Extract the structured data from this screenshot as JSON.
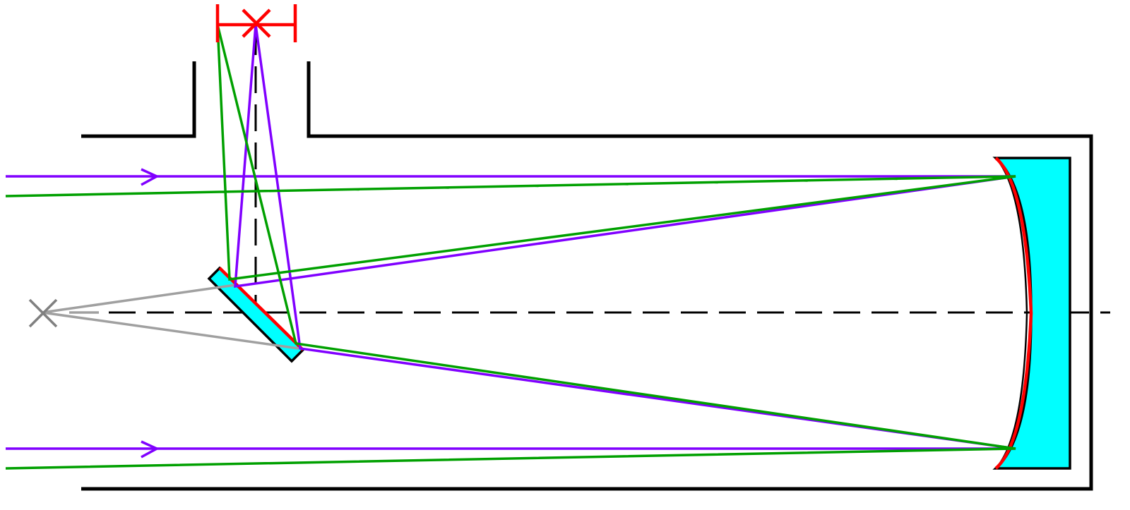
{
  "diagram": {
    "kind": "newtonian-telescope-optical-path",
    "colors": {
      "background": "#ffffff",
      "tube": "#000000",
      "optical_axis": "#000000",
      "mirror_glass": "#00ffff",
      "reflective_coating": "#ff0000",
      "on_axis_ray": "#8000ff",
      "off_axis_ray": "#00a000",
      "virtual_ray": "#a0a0a0",
      "virtual_focus_marker": "#808080",
      "focal_plane_marker": "#ff0000"
    },
    "components": [
      {
        "name": "telescope-tube",
        "icon": "tube-outline"
      },
      {
        "name": "focuser-drawtube",
        "icon": "drawtube-outline"
      },
      {
        "name": "primary-mirror",
        "icon": "parabolic-mirror"
      },
      {
        "name": "secondary-mirror",
        "icon": "flat-diagonal-mirror"
      },
      {
        "name": "focal-plane",
        "icon": "image-plane-marker"
      },
      {
        "name": "virtual-focus",
        "icon": "x-marker"
      }
    ],
    "ray_sets": [
      {
        "name": "on-axis",
        "color_key": "on_axis_ray",
        "has_direction_arrows": true
      },
      {
        "name": "off-axis",
        "color_key": "off_axis_ray",
        "has_direction_arrows": false
      },
      {
        "name": "virtual-extension",
        "color_key": "virtual_ray",
        "has_direction_arrows": false
      }
    ]
  }
}
